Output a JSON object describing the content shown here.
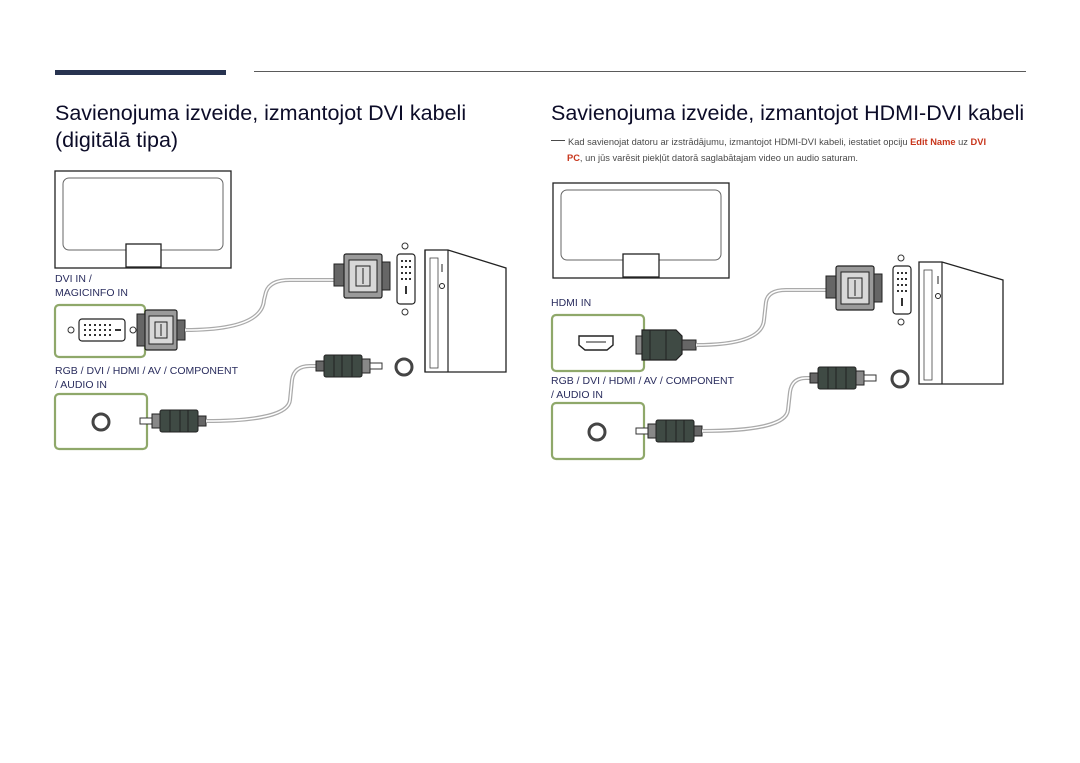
{
  "left_section": {
    "title": "Savienojuma izveide, izmantojot DVI kabeli (digitālā tipa)",
    "port_dvi_label_line1": "DVI IN /",
    "port_dvi_label_line2": "MAGICINFO IN",
    "port_audio_label_line1": "RGB / DVI / HDMI / AV / COMPONENT",
    "port_audio_label_line2": "/ AUDIO IN"
  },
  "right_section": {
    "title": "Savienojuma izveide, izmantojot HDMI-DVI kabeli",
    "note_part1": "Kad savienojat datoru ar izstrādājumu, izmantojot HDMI-DVI kabeli, iestatiet opciju ",
    "note_option_edit_name": "Edit Name",
    "note_part2": " uz ",
    "note_option_dvi": "DVI",
    "note_option_pc": "PC",
    "note_part3": ", un jūs varēsit piekļūt datorā saglabātajam video un audio saturam.",
    "port_hdmi_label": "HDMI IN",
    "port_audio_label_line1": "RGB / DVI / HDMI / AV / COMPONENT",
    "port_audio_label_line2": "/ AUDIO IN"
  },
  "colors": {
    "heading": "#0c0c28",
    "accent_option": "#c8361c",
    "port_frame": "#8fa86a",
    "rule": "#283350"
  }
}
